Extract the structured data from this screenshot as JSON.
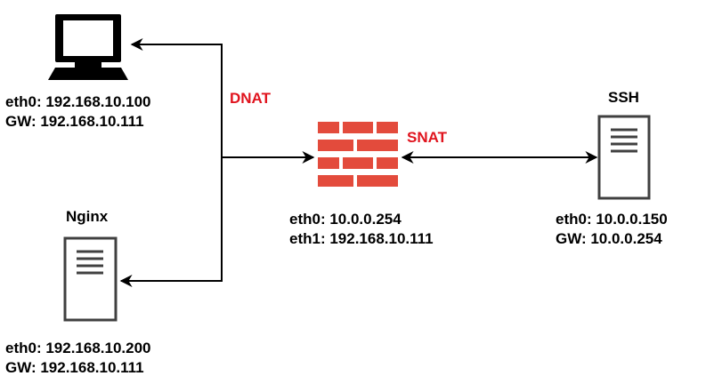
{
  "colors": {
    "line": "#000000",
    "label_accent": "#e0141e",
    "firewall": "#e34b3c",
    "server_stroke": "#404040"
  },
  "icons": {
    "client": "desktop-monitor-icon",
    "firewall": "brick-wall-firewall-icon",
    "nginx": "server-icon",
    "ssh": "server-icon"
  },
  "labels": {
    "dnat": "DNAT",
    "snat": "SNAT"
  },
  "nodes": {
    "client": {
      "ip": "eth0: 192.168.10.100",
      "gw": "GW: 192.168.10.111"
    },
    "nginx": {
      "title": "Nginx",
      "ip": "eth0: 192.168.10.200",
      "gw": "GW: 192.168.10.111"
    },
    "firewall": {
      "eth0": "eth0: 10.0.0.254",
      "eth1": "eth1: 192.168.10.111"
    },
    "ssh": {
      "title": "SSH",
      "ip": "eth0: 10.0.0.150",
      "gw": "GW: 10.0.0.254"
    }
  }
}
